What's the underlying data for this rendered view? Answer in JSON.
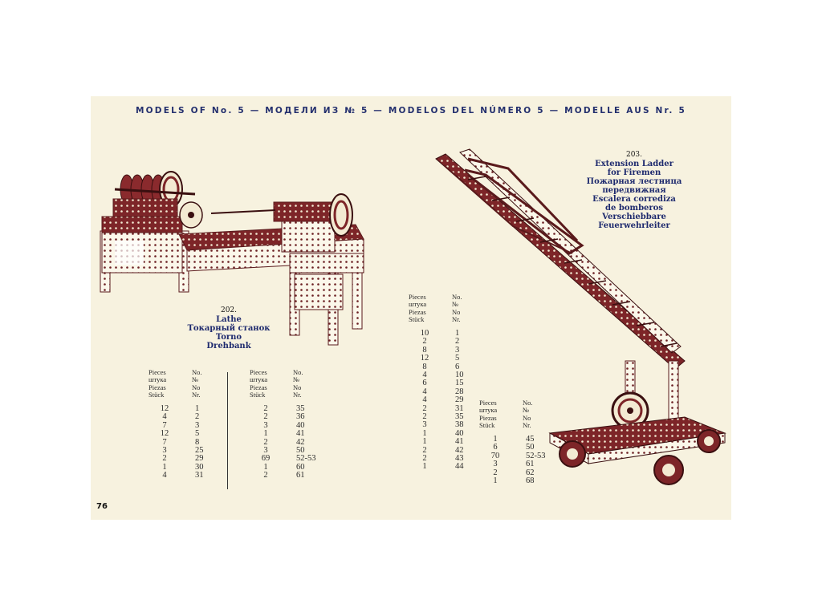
{
  "header": "MODELS OF No. 5 — МОДЕЛИ ИЗ № 5 — MODELOS DEL NÚMERO 5 — MODELLE AUS Nr. 5",
  "page_number": "76",
  "model_202": {
    "number": "202.",
    "names": [
      "Lathe",
      "Токарный станок",
      "Torno",
      "Drehbank"
    ],
    "tables": [
      {
        "head_pieces": [
          "Pieces",
          "штука",
          "Piezas",
          "Stück"
        ],
        "head_no": [
          "No.",
          "№",
          "No",
          "Nr."
        ],
        "rows": [
          [
            "12",
            "1"
          ],
          [
            "4",
            "2"
          ],
          [
            "7",
            "3"
          ],
          [
            "12",
            "5"
          ],
          [
            "7",
            "8"
          ],
          [
            "3",
            "25"
          ],
          [
            "2",
            "29"
          ],
          [
            "1",
            "30"
          ],
          [
            "4",
            "31"
          ]
        ]
      },
      {
        "head_pieces": [
          "Pieces",
          "штука",
          "Piezas",
          "Stück"
        ],
        "head_no": [
          "No.",
          "№",
          "No",
          "Nr."
        ],
        "rows": [
          [
            "2",
            "35"
          ],
          [
            "2",
            "36"
          ],
          [
            "3",
            "40"
          ],
          [
            "1",
            "41"
          ],
          [
            "2",
            "42"
          ],
          [
            "3",
            "50"
          ],
          [
            "69",
            "52-53"
          ],
          [
            "1",
            "60"
          ],
          [
            "2",
            "61"
          ]
        ]
      }
    ]
  },
  "model_203": {
    "number": "203.",
    "names": [
      "Extension Ladder",
      "for Firemen",
      "Пожарная лестница",
      "передвижная",
      "Escalera corrediza",
      "de bomberos",
      "Verschiebbare",
      "Feuerwehrleiter"
    ],
    "tables": [
      {
        "head_pieces": [
          "Pieces",
          "штука",
          "Piezas",
          "Stück"
        ],
        "head_no": [
          "No.",
          "№",
          "No",
          "Nr."
        ],
        "rows": [
          [
            "10",
            "1"
          ],
          [
            "2",
            "2"
          ],
          [
            "8",
            "3"
          ],
          [
            "12",
            "5"
          ],
          [
            "8",
            "6"
          ],
          [
            "4",
            "10"
          ],
          [
            "6",
            "15"
          ],
          [
            "4",
            "28"
          ],
          [
            "4",
            "29"
          ],
          [
            "2",
            "31"
          ],
          [
            "2",
            "35"
          ],
          [
            "3",
            "38"
          ],
          [
            "1",
            "40"
          ],
          [
            "1",
            "41"
          ],
          [
            "2",
            "42"
          ],
          [
            "2",
            "43"
          ],
          [
            "1",
            "44"
          ]
        ]
      },
      {
        "head_pieces": [
          "Pieces",
          "штука",
          "Piezas",
          "Stück"
        ],
        "head_no": [
          "No.",
          "№",
          "No",
          "Nr."
        ],
        "rows": [
          [
            "1",
            "45"
          ],
          [
            "6",
            "50"
          ],
          [
            "70",
            "52-53"
          ],
          [
            "3",
            "61"
          ],
          [
            "2",
            "62"
          ],
          [
            "1",
            "68"
          ]
        ]
      }
    ]
  }
}
